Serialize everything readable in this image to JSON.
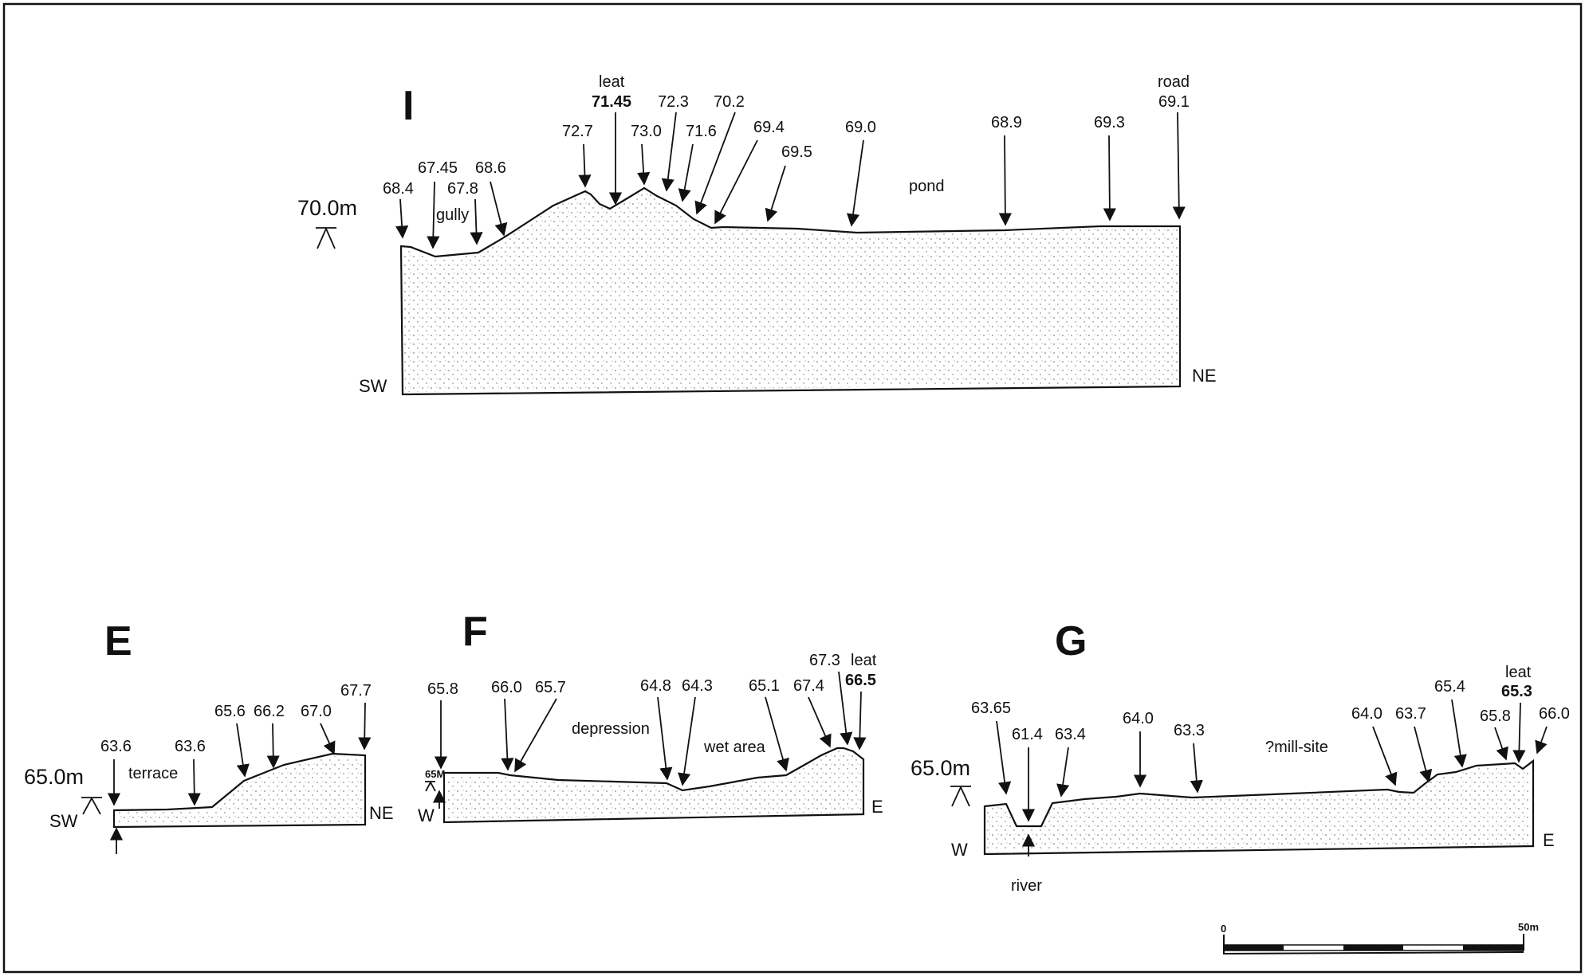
{
  "profiles": {
    "I": {
      "title": "I",
      "datum": "70.0m",
      "left_end": "SW",
      "right_end": "NE",
      "labels": {
        "l684": "68.4",
        "l6745": "67.45",
        "l678": "67.8",
        "gully": "gully",
        "l686": "68.6",
        "l727": "72.7",
        "leat": "leat",
        "l7145": "71.45",
        "l730": "73.0",
        "l723": "72.3",
        "l716": "71.6",
        "l702": "70.2",
        "l694": "69.4",
        "l695": "69.5",
        "l690": "69.0",
        "pond": "pond",
        "l689": "68.9",
        "l693": "69.3",
        "road": "road",
        "l691": "69.1"
      }
    },
    "E": {
      "title": "E",
      "datum": "65.0m",
      "left_end": "SW",
      "right_end": "NE",
      "labels": {
        "l636a": "63.6",
        "terrace": "terrace",
        "l636b": "63.6",
        "l656": "65.6",
        "l662": "66.2",
        "l670": "67.0",
        "l677": "67.7"
      }
    },
    "F": {
      "title": "F",
      "datum_small": "65M",
      "left_end": "W",
      "right_end": "E",
      "labels": {
        "l658": "65.8",
        "l660": "66.0",
        "l657": "65.7",
        "depression": "depression",
        "l648": "64.8",
        "l643": "64.3",
        "wet_area": "wet area",
        "l651": "65.1",
        "l674": "67.4",
        "l673": "67.3",
        "leat": "leat",
        "l665": "66.5"
      }
    },
    "G": {
      "title": "G",
      "datum": "65.0m",
      "left_end": "W",
      "right_end": "E",
      "labels": {
        "l6365": "63.65",
        "l614": "61.4",
        "l634": "63.4",
        "l640a": "64.0",
        "l633": "63.3",
        "mill_site": "?mill-site",
        "l640b": "64.0",
        "l637": "63.7",
        "l654": "65.4",
        "l658": "65.8",
        "leat": "leat",
        "l653": "65.3",
        "l660": "66.0",
        "river": "river"
      }
    }
  },
  "scale_bar": {
    "start": "0",
    "end": "50m"
  }
}
